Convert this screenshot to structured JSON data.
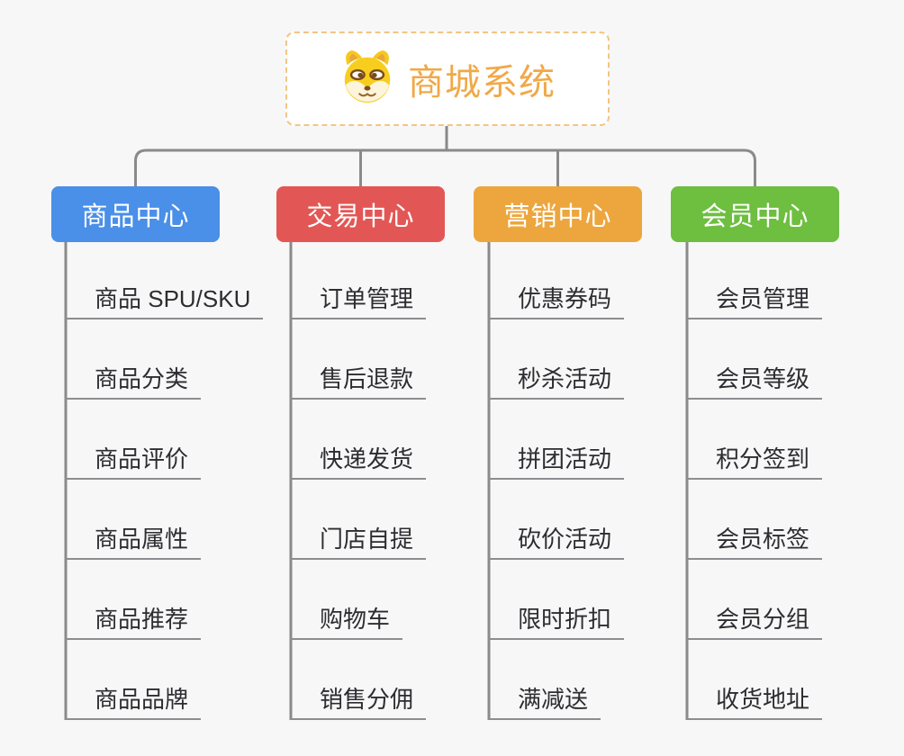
{
  "root": {
    "title": "商城系统",
    "icon": "dog-face-icon",
    "text_color": "#f0a948",
    "border_color": "#f2c583"
  },
  "line_color": "#8a8a8a",
  "branches": [
    {
      "label": "商品中心",
      "color": "#4a8fe8",
      "items": [
        "商品 SPU/SKU",
        "商品分类",
        "商品评价",
        "商品属性",
        "商品推荐",
        "商品品牌"
      ]
    },
    {
      "label": "交易中心",
      "color": "#e25755",
      "items": [
        "订单管理",
        "售后退款",
        "快递发货",
        "门店自提",
        "购物车",
        "销售分佣"
      ]
    },
    {
      "label": "营销中心",
      "color": "#eda63d",
      "items": [
        "优惠券码",
        "秒杀活动",
        "拼团活动",
        "砍价活动",
        "限时折扣",
        "满减送"
      ]
    },
    {
      "label": "会员中心",
      "color": "#6ebe40",
      "items": [
        "会员管理",
        "会员等级",
        "积分签到",
        "会员标签",
        "会员分组",
        "收货地址"
      ]
    }
  ]
}
